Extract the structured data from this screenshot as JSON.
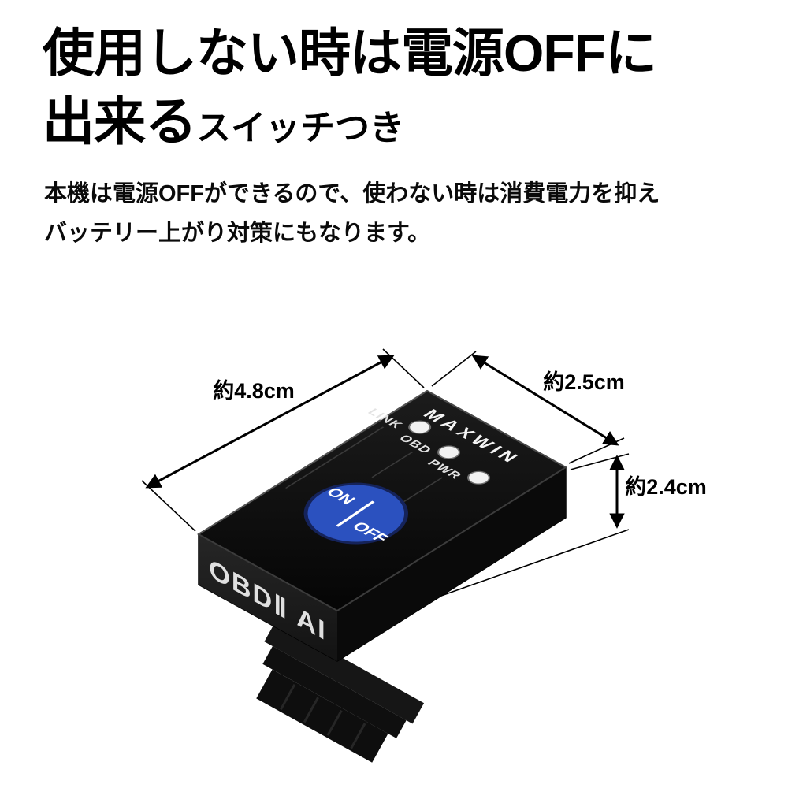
{
  "heading": {
    "line1": "使用しない時は電源OFFに",
    "line2_large": "出来る",
    "line2_small": "スイッチつき"
  },
  "description": {
    "line1": "本機は電源OFFができるので、使わない時は消費電力を抑え",
    "line2": "バッテリー上がり対策にもなります。"
  },
  "diagram": {
    "dim_width": "約4.8cm",
    "dim_depth": "約2.5cm",
    "dim_height": "約2.4cm",
    "device": {
      "brand": "MAXWIN",
      "led_labels": [
        "LINK",
        "OBD",
        "PWR"
      ],
      "switch_on": "ON",
      "switch_off": "OFF",
      "model": "OBDⅡ AI"
    },
    "colors": {
      "body_black": "#101010",
      "switch_blue": "#2b51bf",
      "led_white": "#f2f2f2",
      "dimension_black": "#000000"
    }
  }
}
